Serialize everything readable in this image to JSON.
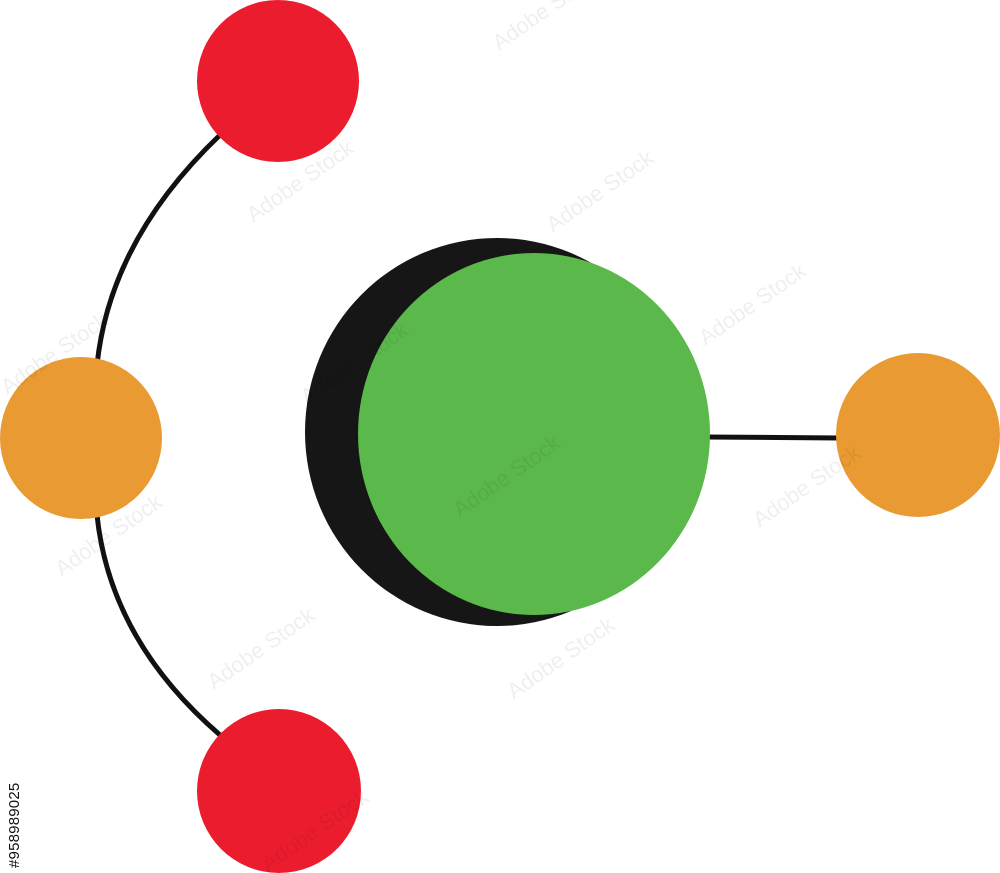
{
  "diagram": {
    "central_node": {
      "fill": "#5ab94a",
      "shadow": "#161616"
    },
    "nodes": [
      {
        "id": "top-left",
        "fill": "#ec1c2f"
      },
      {
        "id": "left",
        "fill": "#e99a32"
      },
      {
        "id": "bottom-left",
        "fill": "#ec1c2f"
      },
      {
        "id": "right",
        "fill": "#e99a32"
      }
    ],
    "connector_color": "#111111"
  },
  "watermark": {
    "text": "Adobe Stock",
    "id_text": "#958989025"
  }
}
